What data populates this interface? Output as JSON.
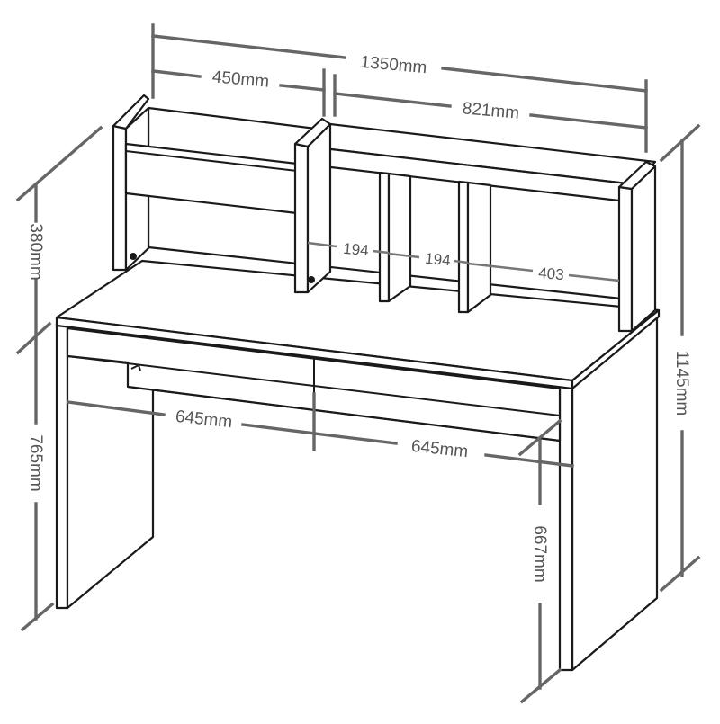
{
  "diagram": {
    "dimensions": {
      "total_width": "1350mm",
      "hutch_left_width": "450mm",
      "hutch_right_width": "821mm",
      "hutch_height": "380mm",
      "total_height": "1145mm",
      "desk_height": "765mm",
      "drawer_left_width": "645mm",
      "drawer_right_width": "645mm",
      "leg_clearance": "667mm",
      "shelf_1": "194",
      "shelf_2": "194",
      "shelf_3": "403"
    }
  }
}
